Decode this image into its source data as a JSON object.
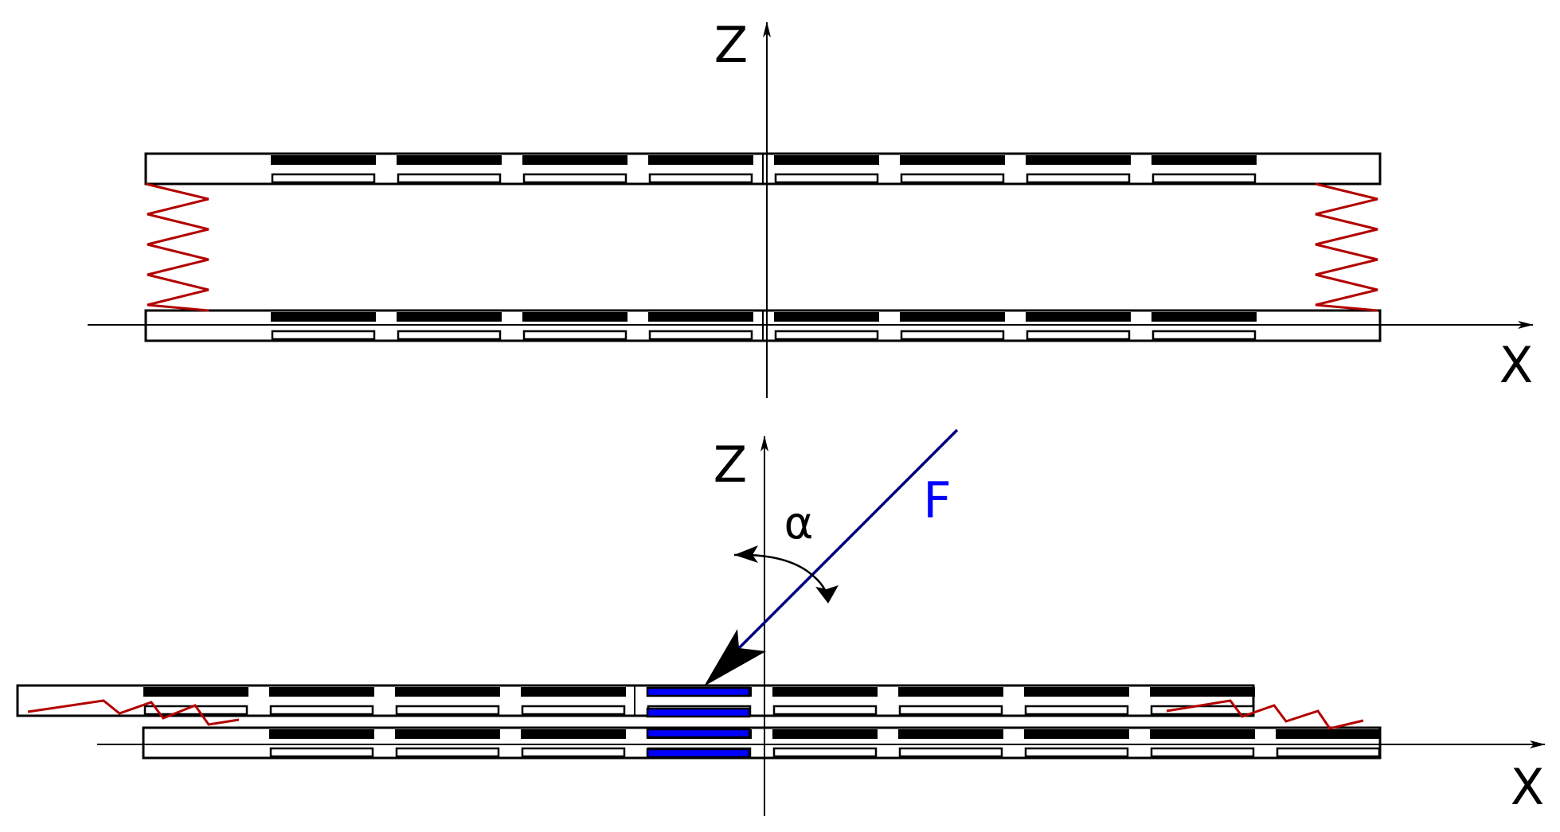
{
  "top_figure": {
    "z_axis_label": "Z",
    "x_axis_label": "X"
  },
  "bottom_figure": {
    "z_axis_label": "Z",
    "x_axis_label": "X",
    "angle_label": "α",
    "force_label": "F"
  },
  "colors": {
    "outline": "#000000",
    "spring": "#b30000",
    "force_line": "#000080",
    "force_label": "#0000ff",
    "highlight_pads": "#0000ff"
  }
}
